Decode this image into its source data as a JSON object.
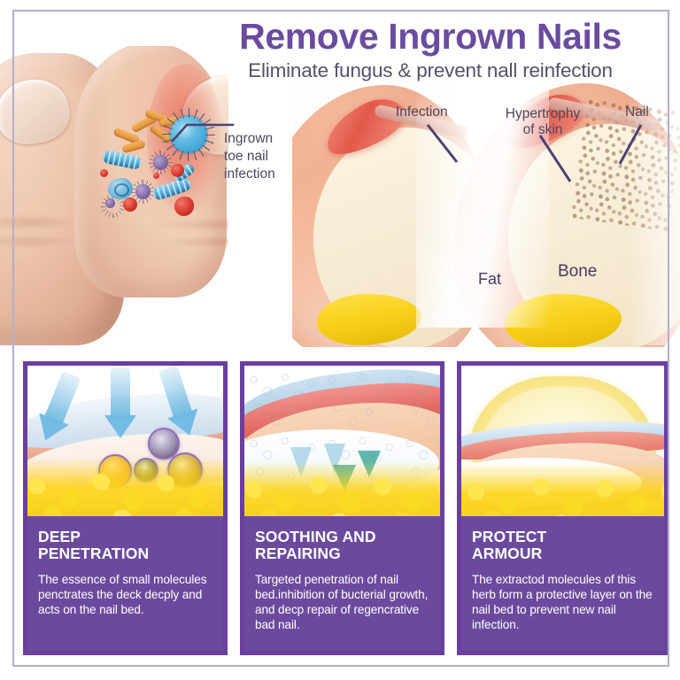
{
  "header": {
    "title": "Remove Ingrown Nails",
    "subtitle": "Eliminate fungus & prevent nall reinfection"
  },
  "hero": {
    "left_callout": {
      "label": "Ingrown\ntoe nail\ninfection"
    },
    "annotations": [
      {
        "id": "infection",
        "label": "Infection"
      },
      {
        "id": "hypertrophy",
        "label": "Hypertrophy\nof skin"
      },
      {
        "id": "nail",
        "label": "Nail"
      },
      {
        "id": "fat",
        "label": "Fat"
      },
      {
        "id": "bone",
        "label": "Bone"
      }
    ]
  },
  "cards": [
    {
      "id": "deep-penetration",
      "title": "DEEP\nPENETRATION",
      "body": "The essence of small molecules penctrates the deck decply and acts on the nail bed."
    },
    {
      "id": "soothing-and-repairing",
      "title": "SOOTHING AND\nREPAIRING",
      "body": "Targeted penetration of nail bed.inhibition of bucterial growth, and decp repair of regencrative bad nail."
    },
    {
      "id": "protect-armour",
      "title": "PROTECT\nARMOUR",
      "body": "The extractod molecules of this herb form a protective layer on the nail bed to prevent new nail infection."
    }
  ],
  "colors": {
    "title_purple": "#6b4ba0",
    "card_purple": "#6b4a9e",
    "card_border": "#6a3fa0",
    "frame_lavender": "#b3aecd",
    "label_text": "#4b4860",
    "leader_line": "#4b4277"
  }
}
